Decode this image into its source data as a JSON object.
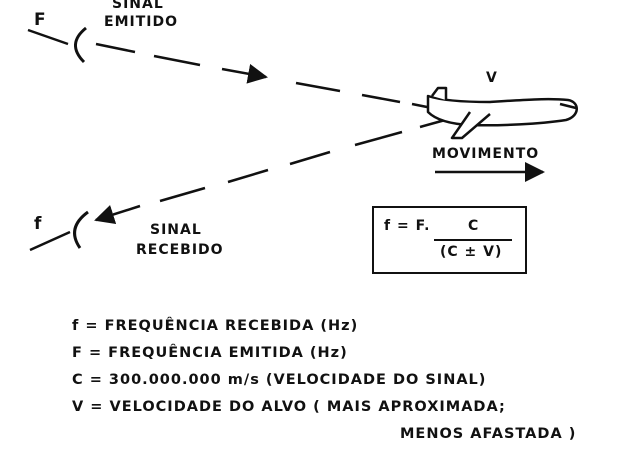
{
  "labels": {
    "F_top": "F",
    "sinal_emitido_line1": "SINAL",
    "sinal_emitido_line2": "EMITIDO",
    "V_plane": "V",
    "movimento": "MOVIMENTO",
    "f_bottom": "f",
    "sinal_recebido_line1": "SINAL",
    "sinal_recebido_line2": "RECEBIDO"
  },
  "formula": {
    "lhs": "f = F.",
    "numerator": "C",
    "denominator": "(C ± V)"
  },
  "legend": [
    {
      "symbol": "f",
      "text": "= FREQUÊNCIA   RECEBIDA   (Hz)"
    },
    {
      "symbol": "F",
      "text": "= FREQUÊNCIA   EMITIDA     (Hz)"
    },
    {
      "symbol": "C",
      "text": "= 300.000.000 m/s (VELOCIDADE  DO SINAL)"
    },
    {
      "symbol": "V",
      "text": "= VELOCIDADE  DO ALVO   ( MAIS APROXIMADA;"
    },
    {
      "symbol": "",
      "text": "MENOS AFASTADA )"
    }
  ],
  "icons": [
    "emitter-wave-icon",
    "receiver-wave-icon",
    "airplane-icon",
    "arrow-icon"
  ]
}
